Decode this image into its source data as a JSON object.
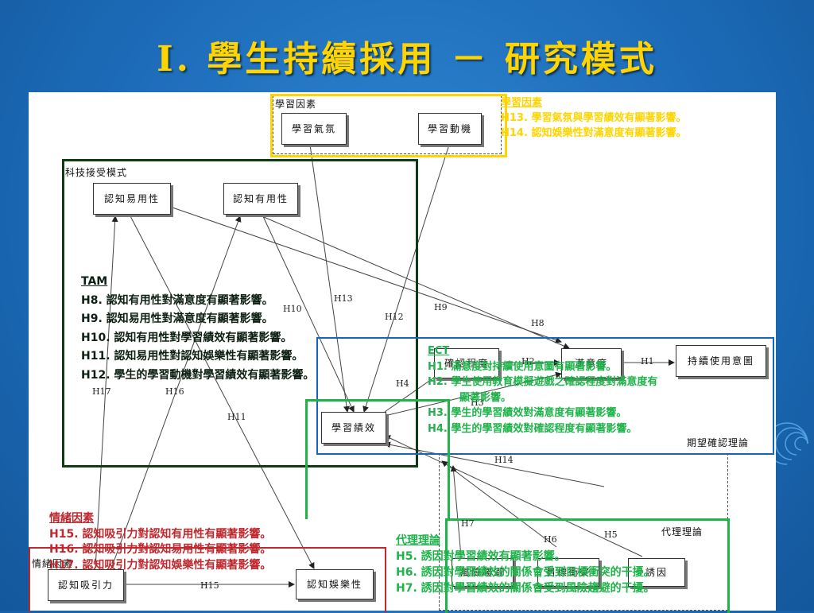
{
  "title": "I. 學生持續採用 － 研究模式",
  "colors": {
    "yellow": "#ffd400",
    "green": "#1fb34a",
    "blue": "#1565c0",
    "darkgreen": "#0d3b12",
    "red": "#c1272d"
  },
  "diagram": {
    "regions": {
      "learning": "學習因素",
      "tam": "科技接受模式",
      "ect": "期望確認理論",
      "agency": "代理理論",
      "emotion": "情緒因素"
    },
    "boxes": {
      "atmosphere": "學習氣氛",
      "motivation": "學習動機",
      "ease": "認知易用性",
      "usefulness": "認知有用性",
      "confirmation": "確認程度",
      "satisfaction": "滿意度",
      "continuance": "持續使用意圖",
      "performance": "學習績效",
      "attraction": "認知吸引力",
      "enjoyment": "認知娛樂性",
      "risk": "風險趨避",
      "goal": "目標衝突",
      "incentive": "誘因"
    },
    "edges": {
      "h1": "H1",
      "h2": "H2",
      "h3": "H3",
      "h4": "H4",
      "h5": "H5",
      "h6": "H6",
      "h7": "H7",
      "h8": "H8",
      "h9": "H9",
      "h10": "H10",
      "h11": "H11",
      "h12": "H12",
      "h13": "H13",
      "h14": "H14",
      "h15": "H15",
      "h16": "H16",
      "h17": "H17"
    }
  },
  "notes": {
    "learning": {
      "heading": "學習因素",
      "lines": [
        {
          "num": "H13.",
          "text": "學習氣氛與學習績效有顯著影響。"
        },
        {
          "num": "H14.",
          "text": "認知娛樂性對滿意度有顯著影響。"
        }
      ]
    },
    "tam": {
      "heading": "TAM",
      "lines": [
        {
          "num": "H8.",
          "text": "認知有用性對滿意度有顯著影響。"
        },
        {
          "num": "H9.",
          "text": "認知易用性對滿意度有顯著影響。"
        },
        {
          "num": "H10.",
          "text": "認知有用性對學習績效有顯著影響。"
        },
        {
          "num": "H11.",
          "text": "認知易用性對認知娛樂性有顯著影響。"
        },
        {
          "num": "H12.",
          "text": "學生的學習動機對學習績效有顯著影響。"
        }
      ]
    },
    "ect": {
      "heading": "ECT",
      "lines": [
        {
          "num": "H1.",
          "text": "滿意度對持續使用意圖有顯著影響。"
        },
        {
          "num": "H2.",
          "text": "學生使用教育模擬遊戲之確認程度對滿意度有"
        },
        {
          "num": "",
          "text": "顯著影響。"
        },
        {
          "num": "H3.",
          "text": "學生的學習績效對滿意度有顯著影響。"
        },
        {
          "num": "H4.",
          "text": "學生的學習績效對確認程度有顯著影響。"
        }
      ]
    },
    "emotion": {
      "heading": "情緒因素",
      "lines": [
        {
          "num": "H15.",
          "text": "認知吸引力對認知有用性有顯著影響。"
        },
        {
          "num": "H16.",
          "text": "認知吸引力對認知易用性有顯著影響。"
        },
        {
          "num": "H17.",
          "text": "認知吸引力對認知娛樂性有顯著影響。"
        }
      ]
    },
    "agency": {
      "heading": "代理理論",
      "lines": [
        {
          "num": "H5.",
          "text": "誘因對學習績效有顯著影響。"
        },
        {
          "num": "H6.",
          "text": "誘因對學習績效的關係會受到目標衝突的干擾。"
        },
        {
          "num": "H7.",
          "text": "誘因對學習績效的關係會受到風險趨避的干擾。"
        }
      ]
    }
  }
}
